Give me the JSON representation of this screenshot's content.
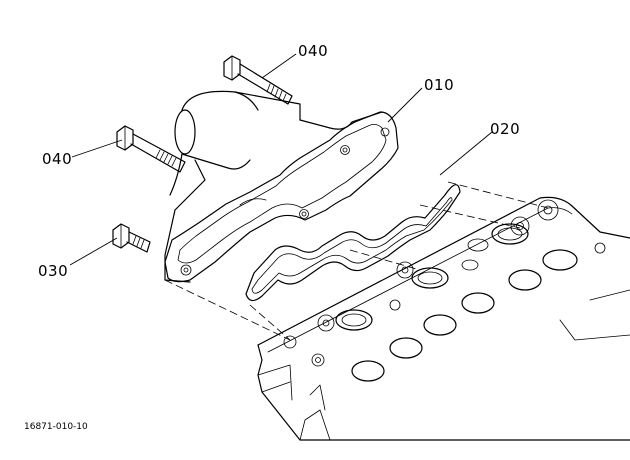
{
  "callouts": {
    "bolt_upper": "040",
    "bolt_middle": "040",
    "outlet_body": "010",
    "gasket": "020",
    "bolt_lower": "030"
  },
  "drawing_number": "16871-010-10",
  "icons": {
    "bolt": "bolt-icon",
    "outlet": "thermostat-outlet-icon",
    "gasket": "gasket-icon",
    "head": "cylinder-head-icon"
  },
  "colors": {
    "line": "#000000",
    "background": "#ffffff"
  }
}
